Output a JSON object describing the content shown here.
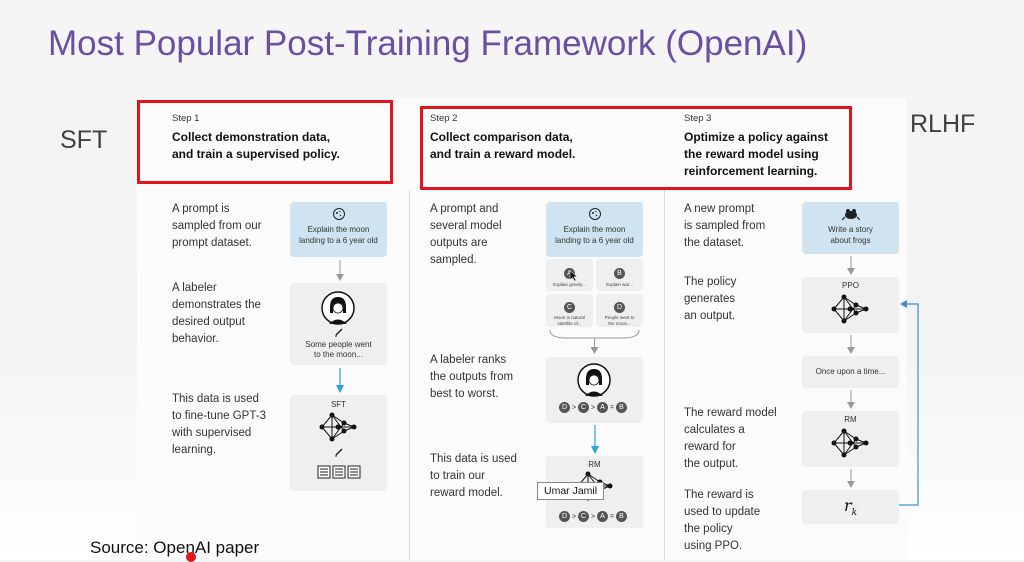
{
  "slide": {
    "title": "Most Popular Post-Training Framework (OpenAI)",
    "left_label": "SFT",
    "right_label": "RLHF",
    "source": "Source: OpenAI paper",
    "tooltip": "Umar Jamil"
  },
  "step1": {
    "number": "Step 1",
    "heading_line1": "Collect demonstration data,",
    "heading_line2": "and train a supervised policy.",
    "desc1": [
      "A prompt is",
      "sampled from our",
      "prompt dataset."
    ],
    "desc2": [
      "A labeler",
      "demonstrates the",
      "desired output",
      "behavior."
    ],
    "desc3": [
      "This data is used",
      "to fine-tune GPT-3",
      "with supervised",
      "learning."
    ],
    "prompt": [
      "Explain the moon",
      "landing to a 6 year old"
    ],
    "output": [
      "Some people went",
      "to the moon..."
    ],
    "model": "SFT"
  },
  "step2": {
    "number": "Step 2",
    "heading_line1": "Collect comparison data,",
    "heading_line2": "and train a reward model.",
    "desc1": [
      "A prompt and",
      "several model",
      "outputs are",
      "sampled."
    ],
    "desc2": [
      "A labeler ranks",
      "the outputs from",
      "best to worst."
    ],
    "desc3": [
      "This data is used",
      "to train our",
      "reward model."
    ],
    "prompt": [
      "Explain the moon",
      "landing to a 6 year old"
    ],
    "outputs": [
      {
        "letter": "A",
        "text": [
          "Explain gravity..."
        ]
      },
      {
        "letter": "B",
        "text": [
          "Explain war..."
        ]
      },
      {
        "letter": "C",
        "text": [
          "Moon is natural",
          "satellite of..."
        ]
      },
      {
        "letter": "D",
        "text": [
          "People went to",
          "the moon..."
        ]
      }
    ],
    "ranking": [
      "D",
      ">",
      "C",
      ">",
      "A",
      "=",
      "B"
    ],
    "model": "RM"
  },
  "step3": {
    "number": "Step 3",
    "heading_line1": "Optimize a policy against",
    "heading_line2": "the reward model using",
    "heading_line3": "reinforcement learning.",
    "desc1": [
      "A new prompt",
      "is sampled from",
      "the dataset."
    ],
    "desc2": [
      "The policy",
      "generates",
      "an output."
    ],
    "desc3": [
      "The reward model",
      "calculates a",
      "reward for",
      "the output."
    ],
    "desc4": [
      "The reward is",
      "used to update",
      "the policy",
      "using PPO."
    ],
    "prompt": [
      "Write a story",
      "about frogs"
    ],
    "policy": "PPO",
    "output": "Once upon a time...",
    "model": "RM",
    "reward_symbol": "r",
    "reward_sub": "k"
  },
  "colors": {
    "title": "#6a4fa3",
    "highlight_box": "#e3151c",
    "prompt_card": "#cfe3f1",
    "arrow_blue": "#2aa3e0",
    "loop_arrow": "#3b8fd6"
  },
  "icons": [
    "moon-icon",
    "frog-icon",
    "person-icon",
    "pencil-icon",
    "document-icon",
    "neural-net-icon",
    "arrow-down-icon",
    "feedback-loop-arrow",
    "mouse-cursor-icon"
  ]
}
